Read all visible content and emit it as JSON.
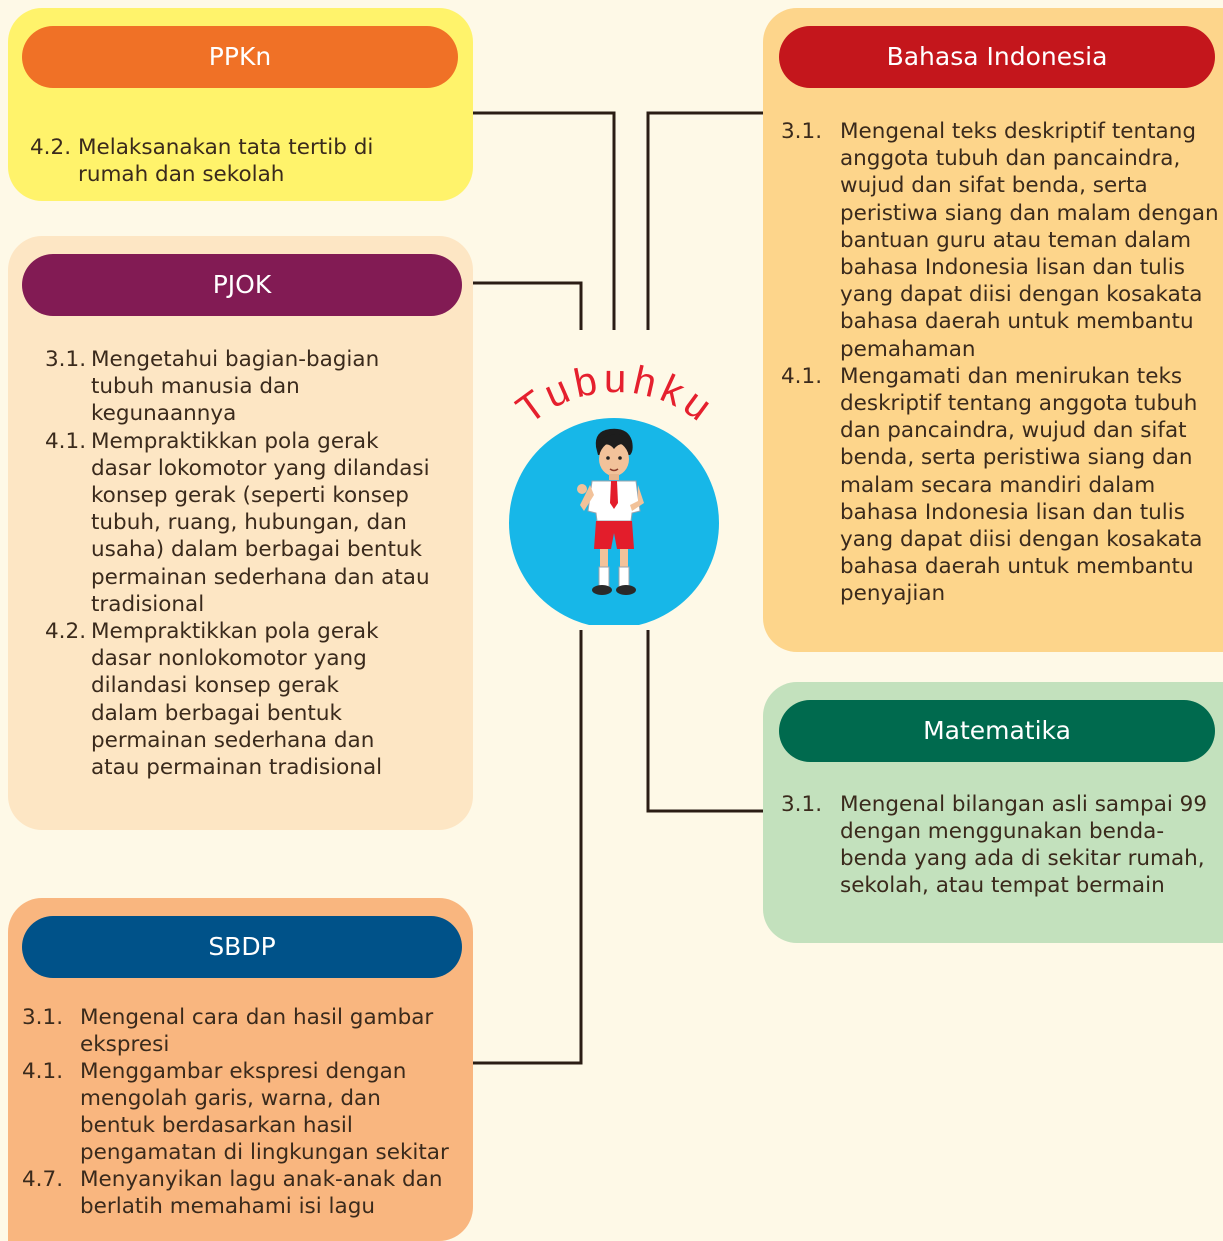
{
  "center": {
    "title": "Tubuhku",
    "title_color": "#e5202e",
    "circle_color": "#17b7e8",
    "figure_icon": "schoolboy-illustration"
  },
  "ppkn": {
    "header": "PPKn",
    "header_color": "#f07126",
    "panel_color": "#fff36b",
    "items": [
      {
        "num": "4.2.",
        "text": "Melaksanakan tata tertib di rumah dan sekolah"
      }
    ]
  },
  "pjok": {
    "header": "PJOK",
    "header_color": "#821b54",
    "panel_color": "#fde6c4",
    "items": [
      {
        "num": "3.1.",
        "text": "Mengetahui bagian-bagian tubuh manusia dan kegunaannya"
      },
      {
        "num": "4.1.",
        "text": "Mempraktikkan pola gerak dasar lokomotor yang dilandasi konsep gerak (seperti konsep tubuh, ruang, hubungan, dan usaha) dalam berbagai bentuk permainan sederhana dan atau tradisional"
      },
      {
        "num": "4.2.",
        "text": "Mempraktikkan pola gerak dasar nonlokomotor yang dilandasi konsep gerak dalam berbagai bentuk permainan sederhana dan atau permainan tradisional"
      }
    ]
  },
  "sbdp": {
    "header": "SBDP",
    "header_color": "#005289",
    "panel_color": "#f9b67f",
    "items": [
      {
        "num": "3.1.",
        "text": "Mengenal cara dan hasil gambar ekspresi"
      },
      {
        "num": "4.1.",
        "text": "Menggambar ekspresi dengan mengolah garis, warna, dan bentuk berdasarkan hasil pengamatan di lingkungan sekitar"
      },
      {
        "num": "4.7.",
        "text": "Menyanyikan lagu anak-anak dan berlatih memahami isi lagu"
      }
    ]
  },
  "bahasa": {
    "header": "Bahasa Indonesia",
    "header_color": "#c4161c",
    "panel_color": "#fdd58b",
    "items": [
      {
        "num": "3.1.",
        "text": "Mengenal teks deskriptif tentang anggota tubuh dan pancaindra, wujud dan sifat benda, serta peristiwa siang dan malam dengan bantuan guru atau teman dalam bahasa Indonesia lisan dan tulis yang dapat diisi dengan kosakata bahasa daerah untuk membantu pemahaman"
      },
      {
        "num": "4.1.",
        "text": "Mengamati dan menirukan teks deskriptif tentang anggota tubuh dan pancaindra, wujud dan sifat benda, serta peristiwa siang dan malam secara mandiri dalam bahasa Indonesia lisan dan tulis yang dapat diisi dengan kosakata bahasa daerah untuk membantu penyajian"
      }
    ]
  },
  "matematika": {
    "header": "Matematika",
    "header_color": "#006a4e",
    "panel_color": "#c3e1bd",
    "items": [
      {
        "num": "3.1.",
        "text": "Mengenal bilangan asli sampai 99 dengan menggunakan benda-benda yang ada di sekitar rumah, sekolah, atau tempat bermain"
      }
    ]
  }
}
